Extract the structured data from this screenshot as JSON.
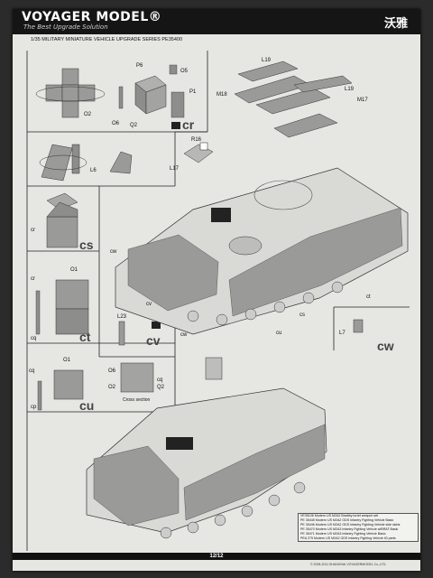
{
  "header": {
    "brand": "VOYAGER MODEL®",
    "tagline": "The Best Upgrade Solution",
    "brand_cn": "沃雅"
  },
  "series_title": "1/35 MILITARY MINIATURE VEHICLE UPGRADE SERIES PE35400",
  "labels": {
    "O2": "O2",
    "P6": "P6",
    "O5": "O5",
    "P1": "P1",
    "O6": "O6",
    "Q2": "Q2",
    "L19": "L19",
    "M18": "M18",
    "M17": "M17",
    "R16": "R16",
    "L17": "L17",
    "L6": "L6",
    "O1": "O1",
    "L23": "L23",
    "L7": "L7",
    "cs_section": "Cross section",
    "cr": "cr",
    "cs": "cs",
    "ct": "ct",
    "cu": "cu",
    "cv": "cv",
    "cw": "cw",
    "cq": "cq",
    "cp": "cp"
  },
  "big_letters": {
    "cr": "cr",
    "cs": "cs",
    "ct": "ct",
    "cu": "cu",
    "cv": "cv",
    "cw": "cw"
  },
  "references": [
    "VE35106 Modern US M2A2 Bradley turret weapon set",
    "PE 35445 Modern US M2A2 ODS Infantry Fighting Vehicle Basic",
    "PE 35446 Modern US M2A2 ODS Infantry Fighting Vehicle side skirts",
    "PE 35470 Modern US M2A3 Infantry Fighting Vehicle w/BRAT Basic",
    "PE 35471 Modern US M2A3 Infantry Fighting Vehicle Basic",
    "PEA 275 Modern US M2A2 ODS Infantry Fighting Vehicle 40 parts"
  ],
  "footer": {
    "page": "12/12",
    "copyright": "© 2005-2011 SHANGHAI VOYAGERMODEL Co.,LTD."
  },
  "colors": {
    "paper": "#e6e6e3",
    "header": "#151515",
    "part_gray": "#9a9a98",
    "line": "#222222"
  }
}
